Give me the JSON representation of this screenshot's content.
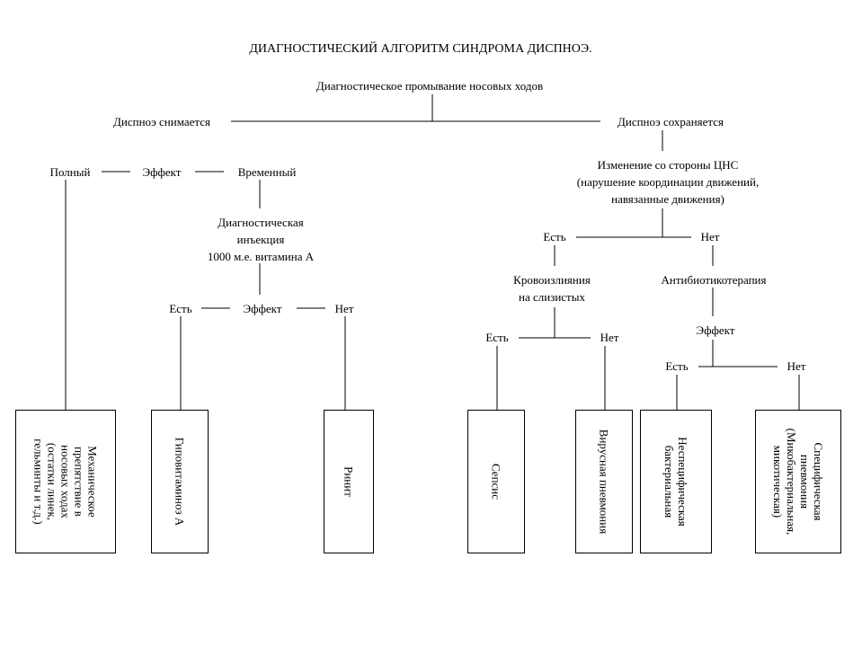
{
  "title": "ДИАГНОСТИЧЕСКИЙ АЛГОРИТМ СИНДРОМА ДИСПНОЭ.",
  "root": "Диагностическое промывание носовых ходов",
  "left": {
    "relieved": "Диспноэ снимается",
    "full": "Полный",
    "effect": "Эффект",
    "temporary": "Временный",
    "injection": "Диагностическая\nинъекция\n1000 м.е. витамина А",
    "yes": "Есть",
    "effect2": "Эффект",
    "no": "Нет"
  },
  "right": {
    "persists": "Диспноэ сохраняется",
    "cns": "Изменение со стороны ЦНС\n(нарушение координации движений,\nнавязанные движения)",
    "yes": "Есть",
    "no": "Нет",
    "hemorrhage": "Кровоизлияния\nна слизистых",
    "antibiotic": "Антибиотикотерапия",
    "h_yes": "Есть",
    "h_no": "Нет",
    "effect": "Эффект",
    "a_yes": "Есть",
    "a_no": "Нет"
  },
  "diagnoses": [
    "Механическое\nпрепятствие в\nносовых ходах\n(остатки линек,\nгельминты и т.д.)",
    "Гиповитаминоз А",
    "Ринит",
    "Сепсис",
    "Вирусная пневмония",
    "Неспецифическая\nбактериальная",
    "Специфическая\nпневмония\n(Микобактериальная,\nмикотическая)"
  ]
}
